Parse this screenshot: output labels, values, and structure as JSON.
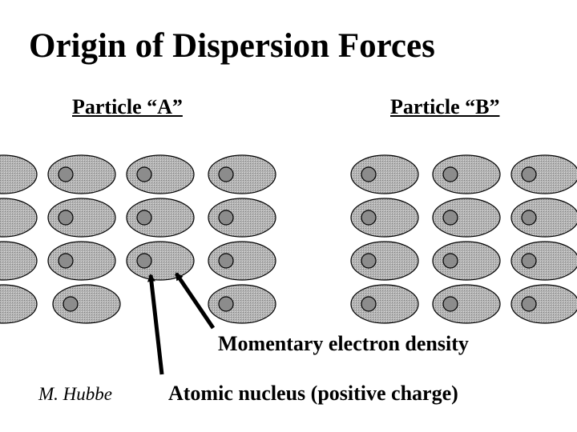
{
  "title": "Origin of Dispersion Forces",
  "particle_a_label": "Particle  “A”",
  "particle_b_label": "Particle “B”",
  "annotations": {
    "electron_density": "Momentary electron density",
    "nucleus": "Atomic nucleus (positive charge)"
  },
  "author": "M. Hubbe",
  "colors": {
    "electron_cloud": "#a8a8a8",
    "nucleus": "#8c8c8c",
    "outline": "#000000"
  }
}
